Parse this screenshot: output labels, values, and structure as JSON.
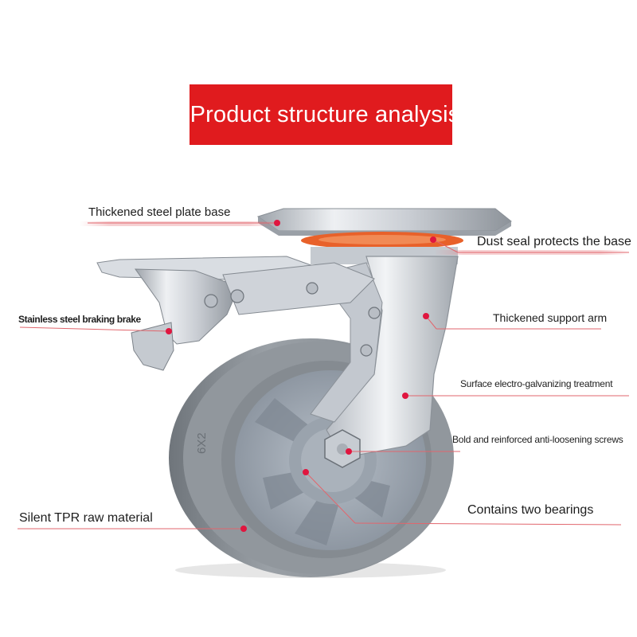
{
  "title": "Product structure analysis",
  "callouts": {
    "steel_plate": "Thickened steel plate base",
    "dust_seal": "Dust seal protects the base",
    "brake": "Stainless steel braking brake",
    "support_arm": "Thickened support arm",
    "galvanizing": "Surface electro-galvanizing treatment",
    "screws": "Bold and reinforced anti-loosening screws",
    "tpr": "Silent TPR raw material",
    "bearings": "Contains two bearings"
  },
  "wheel_marking": "6X2",
  "colors": {
    "banner": "#e01b1e",
    "leader_line": "#e1666d",
    "marker_dot": "#e0163f",
    "tire": "#8f9499",
    "hub": "#a3acb7",
    "seal": "#e8612a",
    "metal": "#d4d8de"
  }
}
